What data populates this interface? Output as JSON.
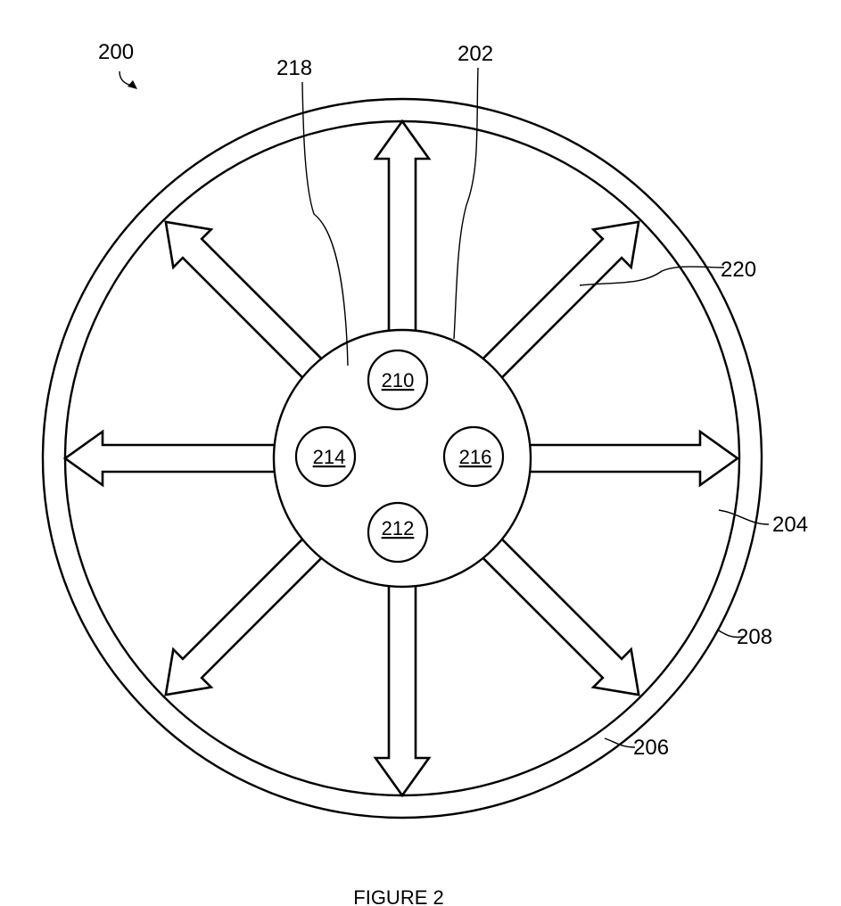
{
  "figure": {
    "ref_main": "200",
    "ref_202": "202",
    "ref_218": "218",
    "ref_220": "220",
    "ref_204": "204",
    "ref_208": "208",
    "ref_206": "206",
    "modules": {
      "top": "210",
      "bottom": "212",
      "left": "214",
      "right": "216"
    },
    "caption": "FIGURE 2"
  },
  "arrows": {
    "count": 8,
    "double_headed_directions": [
      "vertical",
      "horizontal"
    ],
    "outward_directions": [
      "upper-left",
      "upper-right",
      "lower-left",
      "lower-right"
    ]
  }
}
